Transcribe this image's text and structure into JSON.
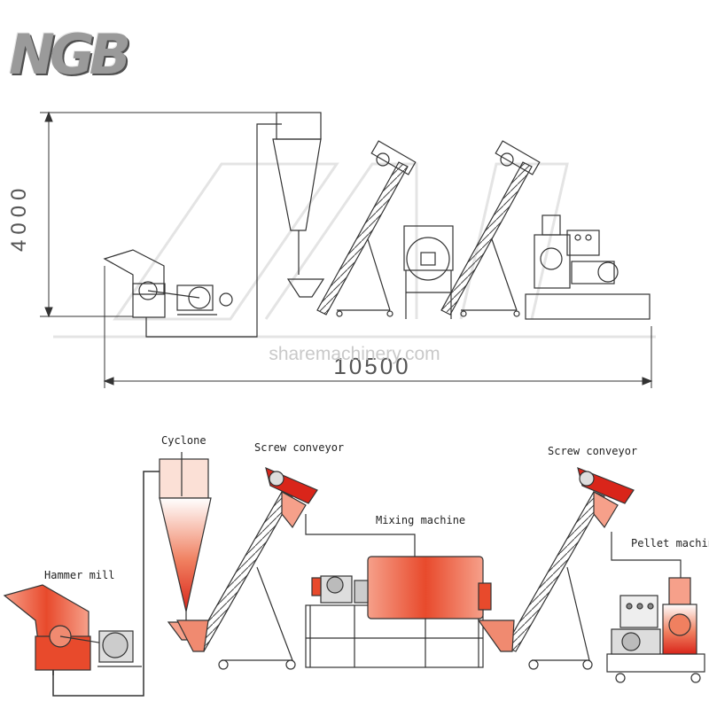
{
  "logo": {
    "text": "NGB"
  },
  "watermark": {
    "text": "sharemachinery.com"
  },
  "dimensions": {
    "height": "4000",
    "length": "10500"
  },
  "labels": {
    "cyclone": "Cyclone",
    "screw_conveyor_1": "Screw conveyor",
    "screw_conveyor_2": "Screw conveyor",
    "mixing_machine": "Mixing machine",
    "hammer_mill": "Hammer mill",
    "pellet_machine": "Pellet machine"
  },
  "colors": {
    "equipment_red": "#e84a2c",
    "outline": "#333333",
    "logo_grey": "#9a9a9a"
  }
}
